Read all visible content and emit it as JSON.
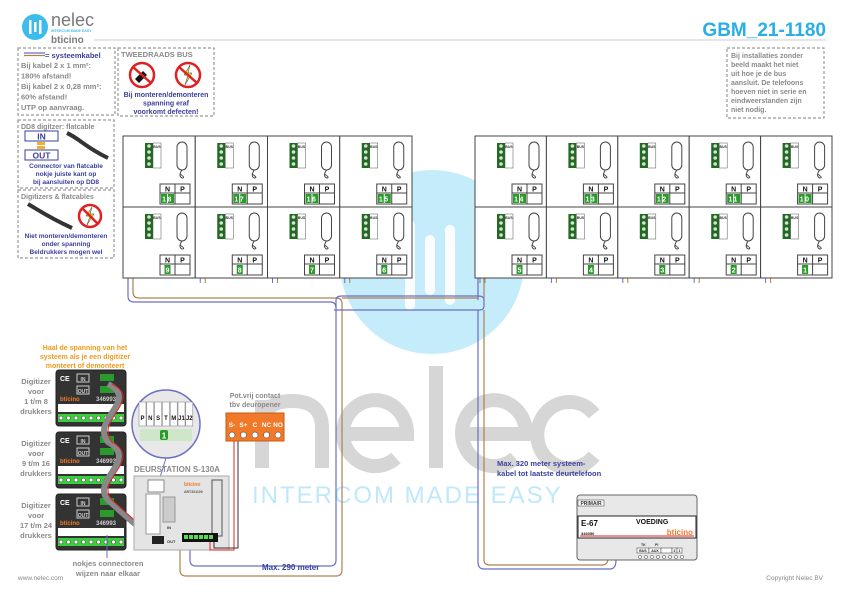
{
  "header": {
    "brand": "nelec",
    "tagline": "INTERCOM MADE EASY",
    "partner": "bticino",
    "doc_code": "GBM_21-1180"
  },
  "notes": {
    "cable": {
      "legend": "= systeemkabel",
      "lines": [
        "Bij kabel 2 x 1 mm²:",
        "180% afstand!",
        "Bij kabel 2 x 0,28 mm²:",
        "60% afstand!",
        "UTP op aanvraag."
      ]
    },
    "bus": {
      "title": "TWEEDRAADS BUS",
      "lines": [
        "Bij monteren/demonteren",
        "spanning eraf",
        "voorkomt defecten!"
      ]
    },
    "dd8": {
      "title": "DD8 digitzer: flatcable",
      "in": "IN",
      "out": "OUT",
      "lines": [
        "Connector van flatcable",
        "nokje juiste kant op",
        "bij aansluiten op DD8"
      ]
    },
    "digitizers": {
      "title": "Digitizers & flatcables",
      "lines": [
        "Niet monteren/demonteren",
        "onder spanning",
        "Beldrukkers mogen wel"
      ]
    },
    "right": {
      "lines": [
        "Bij installaties zonder",
        "beeld maakt het niet",
        "uit hoe je de bus",
        "aansluit. De telefoons",
        "hoeven niet in serie en",
        "eindweerstanden zijn",
        "niet nodig."
      ]
    }
  },
  "handsets": {
    "bus_label": "BUS",
    "n_label": "N",
    "p_label": "P",
    "left_top": [
      "18",
      "17",
      "16",
      "15"
    ],
    "left_bottom": [
      "9",
      "8",
      "7",
      "6"
    ],
    "right_top": [
      "14",
      "13",
      "12",
      "11",
      "10"
    ],
    "right_bottom": [
      "5",
      "4",
      "3",
      "2",
      "1"
    ]
  },
  "warning_orange": [
    "Haal de spanning van het",
    "systeem als je een digitizer",
    "monteert of demonteert"
  ],
  "digitizers": [
    {
      "label": [
        "Digitizer",
        "voor",
        "1 t/m 8",
        "drukkers"
      ],
      "code": "346993"
    },
    {
      "label": [
        "Digitizer",
        "voor",
        "9 t/m 16",
        "drukkers"
      ],
      "code": "346993"
    },
    {
      "label": [
        "Digitizer",
        "voor",
        "17 t/m 24",
        "drukkers"
      ],
      "code": "346993"
    }
  ],
  "digitizer_module": {
    "in": "IN",
    "out": "OUT",
    "brand": "bticino",
    "ce": "CE"
  },
  "connector_note": [
    "nokjes connectoren",
    "wijzen naar elkaar"
  ],
  "door_station": {
    "title": "DEURSTATION S-130A",
    "terminals": [
      "P",
      "N",
      "S",
      "T",
      "M",
      "J1",
      "J2"
    ],
    "selected": "1",
    "model": "ART331100",
    "in": "IN",
    "out": "OUT",
    "brand": "bticino"
  },
  "relay": {
    "title": [
      "Pot.vrij contact",
      "tbv deuropener"
    ],
    "terminals": [
      "S-",
      "S+",
      "C",
      "NC",
      "NO"
    ]
  },
  "distance_290": "Max. 290 meter",
  "distance_320": [
    "Max. 320 meter systeem-",
    "kabel tot laatste deurtelefoon"
  ],
  "power_supply": {
    "primary": "PRIMAIR",
    "model": "E-67",
    "name": "VOEDING",
    "code": "346050",
    "brand": "bticino",
    "terminals": [
      "BUS",
      "AUX",
      "",
      "2",
      "1"
    ],
    "sub_labels": [
      "TK",
      "PI"
    ]
  },
  "footer": {
    "website": "www.nelec.com",
    "copyright": "Copyright Nelec BV"
  },
  "colors": {
    "accent": "#29aee8",
    "bus_blue": "#6b6fc4",
    "bus_brown": "#b08050",
    "terminal_green": "#2a9a2a",
    "relay_orange": "#f07a2a"
  }
}
